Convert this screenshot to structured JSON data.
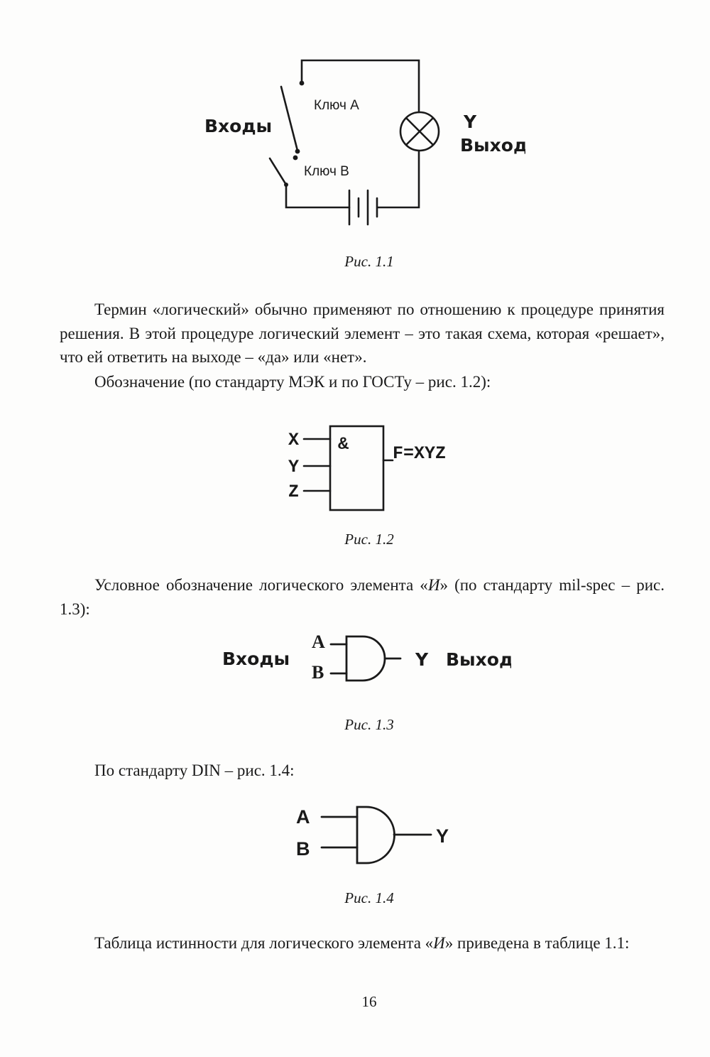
{
  "page": {
    "number": "16"
  },
  "colors": {
    "ink": "#1a1a1a",
    "paper": "#fdfdfc"
  },
  "body": {
    "p1": "Термин «логический» обычно применяют по отношению к процедуре принятия решения. В этой процедуре логический элемент – это такая схема, которая «решает», что ей ответить на выходе – «да» или «нет».",
    "p2": "Обозначение (по стандарту МЭК и по ГОСТу – рис. 1.2):",
    "p3_before": "Условное обозначение логического элемента «",
    "p3_em": "И",
    "p3_after": "» (по стандарту mil-spec – рис. 1.3):",
    "p4": "По стандарту DIN – рис. 1.4:",
    "p5_before": "Таблица истинности для логического элемента «",
    "p5_em": "И",
    "p5_after": "» приведена в таблице 1.1:"
  },
  "fig1": {
    "inputs_label": "Входы",
    "key_a": "Ключ A",
    "key_b": "Ключ B",
    "out_y": "Y",
    "out_label": "Выход",
    "caption": "Рис. 1.1"
  },
  "fig2": {
    "gate_symbol": "&",
    "in_x": "X",
    "in_y": "Y",
    "in_z": "Z",
    "out_f": "F=XYZ",
    "caption": "Рис. 1.2"
  },
  "fig3": {
    "inputs_label": "Входы",
    "in_a": "A",
    "in_b": "B",
    "out_y": "Y",
    "out_label": "Выход",
    "caption": "Рис. 1.3"
  },
  "fig4": {
    "in_a": "A",
    "in_b": "B",
    "out_y": "Y",
    "caption": "Рис. 1.4"
  }
}
